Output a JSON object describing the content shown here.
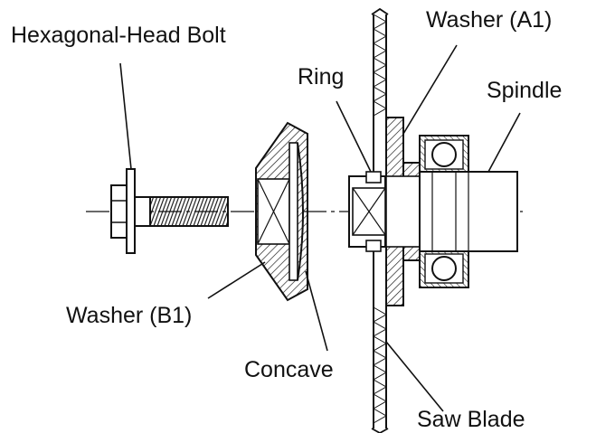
{
  "labels": {
    "hexagonal_head_bolt": "Hexagonal-Head Bolt",
    "washer_a1": "Washer (A1)",
    "ring": "Ring",
    "spindle": "Spindle",
    "washer_b1": "Washer (B1)",
    "concave": "Concave",
    "saw_blade": "Saw Blade"
  },
  "colors": {
    "ink": "#111111",
    "background": "#ffffff"
  }
}
